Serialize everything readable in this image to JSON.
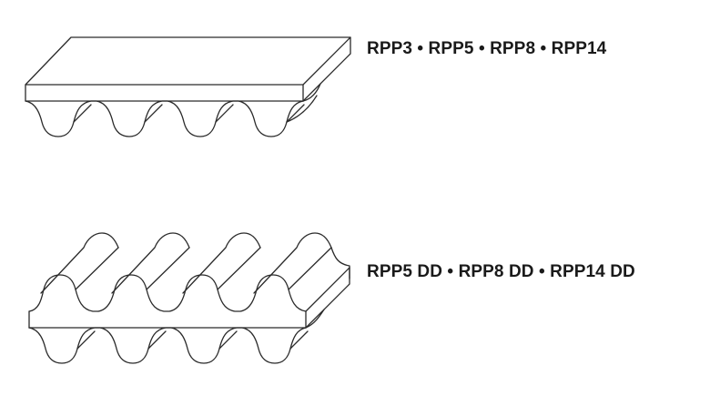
{
  "belts": [
    {
      "type": "single-sided",
      "label": "RPP3 • RPP5 • RPP8 • RPP14"
    },
    {
      "type": "double-sided",
      "label": "RPP5 DD • RPP8 DD • RPP14 DD"
    }
  ]
}
